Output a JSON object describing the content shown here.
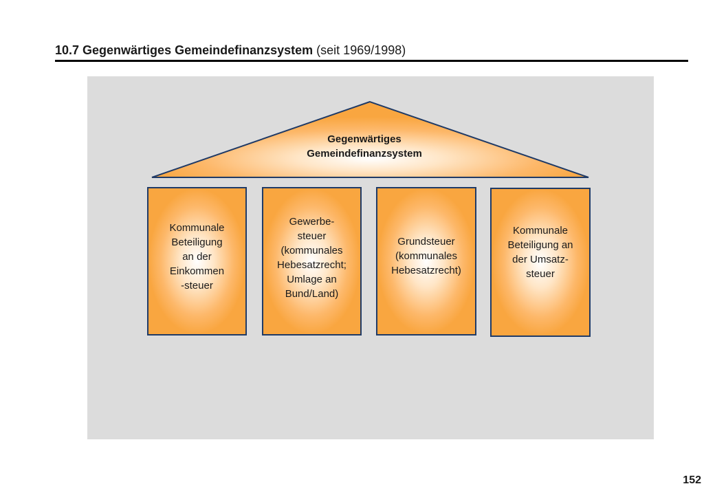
{
  "header": {
    "title_main": "10.7 Gegenwärtiges Gemeindefinanzsystem",
    "title_sub": "(seit 1969/1998)"
  },
  "diagram": {
    "roof": {
      "label_line1": "Gegenwärtiges",
      "label_line2": "Gemeindefinanzsystem"
    },
    "pillars": [
      {
        "label": "Kommunale\nBeteiligung\nan der\nEinkommen\n-steuer"
      },
      {
        "label": "Gewerbe-\nsteuer\n(kommunales\nHebesatzrecht;\nUmlage an\nBund/Land)"
      },
      {
        "label": "Grundsteuer\n(kommunales\nHebesatzrecht)"
      },
      {
        "label": "Kommunale\nBeteiligung an\nder Umsatz-\nsteuer"
      }
    ],
    "colors": {
      "panel": "#dcdcdc",
      "orange": "#f9a640",
      "border": "#1f3a66"
    }
  },
  "footer": {
    "page_number": "152"
  }
}
